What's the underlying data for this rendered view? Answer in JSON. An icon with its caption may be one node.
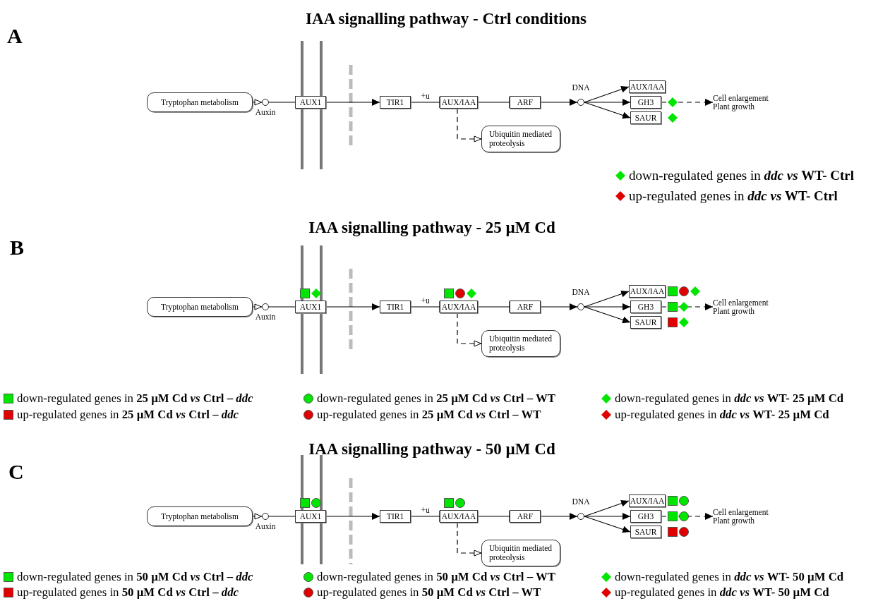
{
  "diagram": {
    "nodes": [
      {
        "text": [
          "Tryptophan metabolism"
        ]
      },
      {
        "text": [],
        "shape": "circle",
        "beside": [
          "Auxin"
        ]
      },
      {
        "text": [
          "AUX1"
        ]
      },
      {
        "text": [
          "TIR1"
        ]
      },
      {
        "text": [
          "AUX/IAA"
        ]
      },
      {
        "text": [
          "ARF"
        ]
      },
      {
        "text": [],
        "shape": "circle",
        "beside": [
          "DNA"
        ]
      },
      {
        "text": [
          "AUX/IAA"
        ]
      },
      {
        "text": [
          "GH3"
        ]
      },
      {
        "text": [
          "SAUR"
        ]
      },
      {
        "text": [
          "Ubiquitin mediated proteolysis"
        ]
      },
      {
        "text": [
          "Cell enlargement",
          "Plant growth"
        ]
      },
      {
        "text": [
          "Tryptophan metabolism"
        ]
      },
      {
        "text": [],
        "shape": "circle",
        "beside": [
          "Auxin"
        ]
      },
      {
        "text": [
          "AUX1"
        ]
      },
      {
        "text": [
          "TIR1"
        ]
      },
      {
        "text": [
          "AUX/IAA"
        ]
      },
      {
        "text": [
          "ARF"
        ]
      },
      {
        "text": [],
        "shape": "circle",
        "beside": [
          "DNA"
        ]
      },
      {
        "text": [
          "AUX/IAA"
        ]
      },
      {
        "text": [
          "GH3"
        ]
      },
      {
        "text": [
          "SAUR"
        ]
      },
      {
        "text": [
          "Ubiquitin mediated proteolysis"
        ]
      },
      {
        "text": [
          "Cell enlargement",
          "Plant growth"
        ]
      },
      {
        "text": [
          "Tryptophan metabolism"
        ]
      },
      {
        "text": [],
        "shape": "circle",
        "beside": [
          "Auxin"
        ]
      },
      {
        "text": [
          "AUX1"
        ]
      },
      {
        "text": [
          "TIR1"
        ]
      },
      {
        "text": [
          "AUX/IAA"
        ]
      },
      {
        "text": [
          "ARF"
        ]
      },
      {
        "text": [],
        "shape": "circle",
        "beside": [
          "DNA"
        ]
      },
      {
        "text": [
          "AUX/IAA"
        ]
      },
      {
        "text": [
          "GH3"
        ]
      },
      {
        "text": [
          "SAUR"
        ]
      },
      {
        "text": [
          "Ubiquitin mediated proteolysis"
        ]
      },
      {
        "text": [
          "Cell enlargement",
          "Plant growth"
        ]
      }
    ],
    "edges": [
      {
        "from": 0,
        "to": 1,
        "arrow": "to",
        "style": "dashed"
      },
      {
        "from": 1,
        "to": 2,
        "arrow": "none"
      },
      {
        "from": 2,
        "to": 3,
        "arrow": "to"
      },
      {
        "from": 3,
        "to": 4,
        "arrow": "other",
        "label": "+u"
      },
      {
        "from": 4,
        "to": 5,
        "arrow": "other"
      },
      {
        "from": 5,
        "to": 6,
        "arrow": "to"
      },
      {
        "from": 6,
        "to": 7,
        "arrow": "to"
      },
      {
        "from": 6,
        "to": 8,
        "arrow": "to"
      },
      {
        "from": 6,
        "to": 9,
        "arrow": "to"
      },
      {
        "from": 4,
        "to": 10,
        "arrow": "to",
        "style": "dashed"
      },
      {
        "from": 8,
        "to": 11,
        "arrow": "to",
        "style": "dashed"
      },
      {
        "from": 12,
        "to": 13,
        "arrow": "to",
        "style": "dashed"
      },
      {
        "from": 13,
        "to": 14,
        "arrow": "none"
      },
      {
        "from": 14,
        "to": 15,
        "arrow": "to"
      },
      {
        "from": 15,
        "to": 16,
        "arrow": "other",
        "label": "+u"
      },
      {
        "from": 16,
        "to": 17,
        "arrow": "other"
      },
      {
        "from": 17,
        "to": 18,
        "arrow": "to"
      },
      {
        "from": 18,
        "to": 19,
        "arrow": "to"
      },
      {
        "from": 18,
        "to": 20,
        "arrow": "to"
      },
      {
        "from": 18,
        "to": 21,
        "arrow": "to"
      },
      {
        "from": 16,
        "to": 22,
        "arrow": "to",
        "style": "dashed"
      },
      {
        "from": 20,
        "to": 23,
        "arrow": "to",
        "style": "dashed"
      },
      {
        "from": 24,
        "to": 25,
        "arrow": "to",
        "style": "dashed"
      },
      {
        "from": 25,
        "to": 26,
        "arrow": "none"
      },
      {
        "from": 26,
        "to": 27,
        "arrow": "to"
      },
      {
        "from": 27,
        "to": 28,
        "arrow": "other",
        "label": "+u"
      },
      {
        "from": 28,
        "to": 29,
        "arrow": "other"
      },
      {
        "from": 29,
        "to": 30,
        "arrow": "to"
      },
      {
        "from": 30,
        "to": 31,
        "arrow": "to"
      },
      {
        "from": 30,
        "to": 32,
        "arrow": "to"
      },
      {
        "from": 30,
        "to": 33,
        "arrow": "to"
      },
      {
        "from": 28,
        "to": 34,
        "arrow": "to",
        "style": "dashed"
      },
      {
        "from": 32,
        "to": 35,
        "arrow": "to",
        "style": "dashed"
      }
    ],
    "labels": [
      "IAA signalling pathway - Ctrl conditions",
      "A",
      "IAA signalling pathway - 25 µM Cd",
      "B",
      "IAA signalling pathway - 50 µM Cd",
      "C"
    ],
    "legend": [
      {
        "text": "down-regulated genes in *ddc vs* **WT- Ctrl**",
        "color": "#00e600"
      },
      {
        "text": "up-regulated genes in *ddc vs* **WT- Ctrl**",
        "color": "#e00000"
      },
      {
        "text": "down-regulated genes in **25 µM Cd** *vs* **Ctrl –** *ddc*",
        "color": "#00e600"
      },
      {
        "text": "down-regulated genes in **25 µM Cd** *vs* **Ctrl – WT**",
        "color": "#00e600"
      },
      {
        "text": "down-regulated genes in *ddc vs* **WT- 25 µM Cd**",
        "color": "#00e600"
      },
      {
        "text": "up-regulated genes in **25 µM Cd** *vs* **Ctrl –** *ddc*",
        "color": "#e00000"
      },
      {
        "text": "up-regulated genes in **25 µM Cd** *vs* **Ctrl – WT**",
        "color": "#e00000"
      },
      {
        "text": "up-regulated genes in *ddc vs* **WT- 25 µM Cd**",
        "color": "#e00000"
      },
      {
        "text": "down-regulated genes in **50 µM Cd** *vs* **Ctrl –** *ddc*",
        "color": "#00e600"
      },
      {
        "text": "down-regulated genes in **50 µM Cd** *vs* **Ctrl – WT**",
        "color": "#00e600"
      },
      {
        "text": "down-regulated genes in *ddc vs* **WT- 50 µM Cd**",
        "color": "#00e600"
      },
      {
        "text": "up-regulated genes in **50 µM Cd** *vs* **Ctrl –** *ddc*",
        "color": "#e00000"
      },
      {
        "text": "up-regulated genes in **50 µM Cd** *vs* **Ctrl – WT**",
        "color": "#e00000"
      },
      {
        "text": "up-regulated genes in *ddc vs* **WT- 50 µM Cd**",
        "color": "#e00000"
      }
    ]
  }
}
